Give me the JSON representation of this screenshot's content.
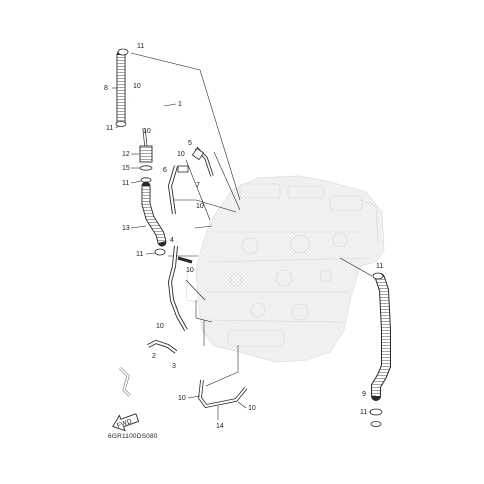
{
  "diagram": {
    "drawing_code": "6GR1100DS080",
    "direction_tag": "FWD",
    "part_callouts": [
      {
        "id": "c-11-top",
        "label": "11"
      },
      {
        "id": "c-8",
        "label": "8"
      },
      {
        "id": "c-10-a",
        "label": "10"
      },
      {
        "id": "c-1",
        "label": "1"
      },
      {
        "id": "c-11-b",
        "label": "11"
      },
      {
        "id": "c-10-b",
        "label": "10"
      },
      {
        "id": "c-5",
        "label": "5"
      },
      {
        "id": "c-12",
        "label": "12"
      },
      {
        "id": "c-10-c",
        "label": "10"
      },
      {
        "id": "c-15",
        "label": "15"
      },
      {
        "id": "c-6",
        "label": "6"
      },
      {
        "id": "c-11-c",
        "label": "11"
      },
      {
        "id": "c-7",
        "label": "7"
      },
      {
        "id": "c-10-d",
        "label": "10"
      },
      {
        "id": "c-13",
        "label": "13"
      },
      {
        "id": "c-4",
        "label": "4"
      },
      {
        "id": "c-11-d",
        "label": "11"
      },
      {
        "id": "c-10-e",
        "label": "10"
      },
      {
        "id": "c-11-e",
        "label": "11"
      },
      {
        "id": "c-10-f",
        "label": "10"
      },
      {
        "id": "c-2",
        "label": "2"
      },
      {
        "id": "c-3",
        "label": "3"
      },
      {
        "id": "c-9",
        "label": "9"
      },
      {
        "id": "c-10-g",
        "label": "10"
      },
      {
        "id": "c-10-h",
        "label": "10"
      },
      {
        "id": "c-11-f",
        "label": "11"
      },
      {
        "id": "c-14",
        "label": "14"
      }
    ]
  }
}
